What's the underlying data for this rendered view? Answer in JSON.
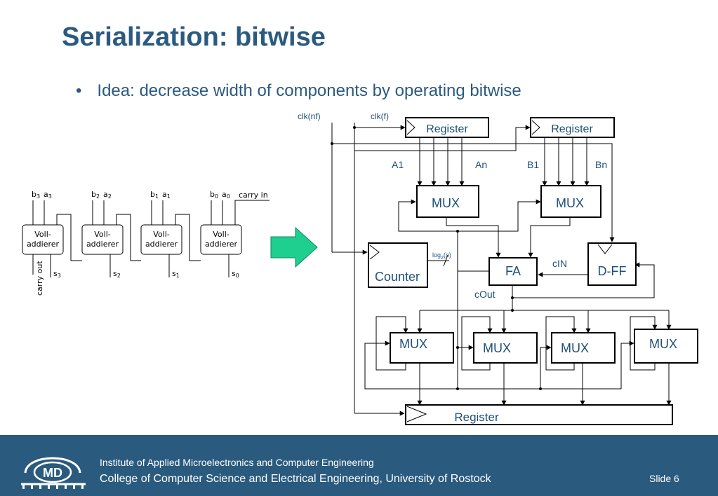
{
  "slide": {
    "title": "Serialization: bitwise",
    "bullet": "•",
    "idea": "Idea: decrease width of components by operating bitwise"
  },
  "adder_chain": {
    "cell_label_line1": "Voll-",
    "cell_label_line2": "addierer",
    "inputs": [
      "b3 a3",
      "b2 a2",
      "b1 a1",
      "b0 a0"
    ],
    "input_b": [
      "b",
      "b",
      "b",
      "b"
    ],
    "input_a": [
      "a",
      "a",
      "a",
      "a"
    ],
    "input_idx": [
      "3",
      "2",
      "1",
      "0"
    ],
    "carry_in": "carry in",
    "carry_out": "carry out",
    "sums": [
      "s",
      "s",
      "s",
      "s"
    ],
    "sum_idx": [
      "3",
      "2",
      "1",
      "0"
    ]
  },
  "arrow_color": "#1ecf8f",
  "circuit": {
    "clk_nf": "clk(nf)",
    "clk_f": "clk(f)",
    "register": "Register",
    "a1": "A1",
    "an": "An",
    "b1": "B1",
    "bn": "Bn",
    "mux": "MUX",
    "counter": "Counter",
    "log2n_pre": "log",
    "log2n_sub": "2",
    "log2n_post": "(n)",
    "fa": "FA",
    "cin": "cIN",
    "dff": "D-FF",
    "cout": "cOut"
  },
  "footer": {
    "institute": "Institute of Applied Microelectronics and Computer Engineering",
    "college": "College of Computer Science and Electrical Engineering, University of Rostock",
    "slide_number": "Slide 6",
    "logo_text": "MD"
  },
  "colors": {
    "accent": "#2b5a80",
    "footer_bg": "#2a5a7e",
    "circuit_text": "#1f4f7a"
  }
}
